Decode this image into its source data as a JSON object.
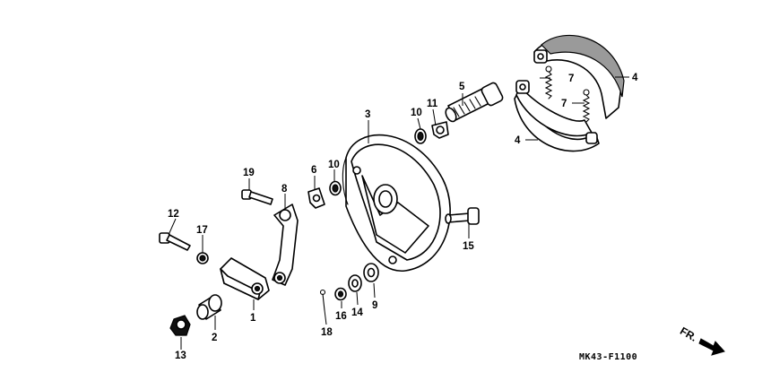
{
  "callouts": {
    "c1": "1",
    "c2": "2",
    "c3": "3",
    "c4a": "4",
    "c4b": "4",
    "c5": "5",
    "c6": "6",
    "c7a": "7",
    "c7b": "7",
    "c8": "8",
    "c9": "9",
    "c10a": "10",
    "c10b": "10",
    "c11": "11",
    "c12": "12",
    "c13": "13",
    "c14": "14",
    "c15": "15",
    "c16": "16",
    "c17": "17",
    "c18": "18",
    "c19": "19"
  },
  "direction_label": "FR.",
  "diagram_code": "MK43-F1100"
}
